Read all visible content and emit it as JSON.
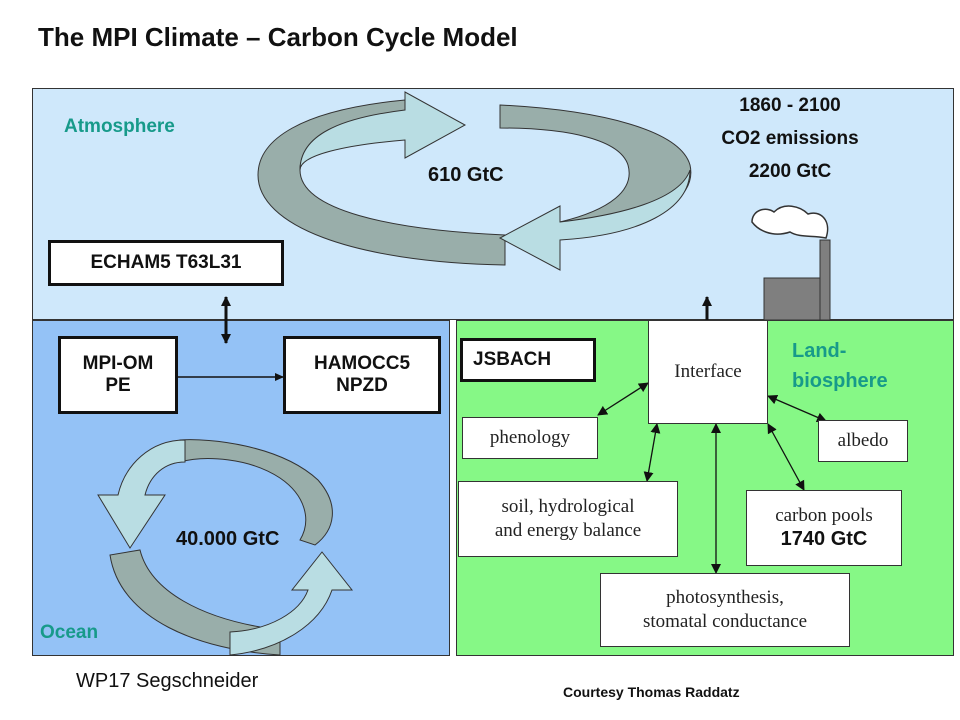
{
  "title": "The MPI Climate – Carbon Cycle Model",
  "atmosphere": {
    "label": "Atmosphere",
    "carbon": "610 GtC",
    "model_box": "ECHAM5 T63L31",
    "emissions": {
      "line1": "1860 - 2100",
      "line2": "CO2 emissions",
      "line3": "2200 GtC"
    }
  },
  "ocean": {
    "label": "Ocean",
    "carbon": "40.000 GtC",
    "box_mpiom": {
      "line1": "MPI-OM",
      "line2": "PE"
    },
    "box_hamocc": {
      "line1": "HAMOCC5",
      "line2": "NPZD"
    }
  },
  "land": {
    "label_line1": "Land-",
    "label_line2": "biosphere",
    "jsbach": "JSBACH",
    "interface": "Interface",
    "phenology": "phenology",
    "albedo": "albedo",
    "soil": {
      "line1": "soil, hydrological",
      "line2": "and energy balance"
    },
    "carbon_pools": {
      "line1": "carbon pools",
      "line2": "1740 GtC"
    },
    "photosynthesis": {
      "line1": "photosynthesis,",
      "line2": "stomatal conductance"
    }
  },
  "footer": {
    "left": "WP17 Segschneider",
    "right": "Courtesy Thomas Raddatz"
  },
  "colors": {
    "atmosphere_bg": "#cfe8fb",
    "ocean_bg": "#94c2f6",
    "land_bg": "#86f886",
    "label_teal": "#179a8a",
    "arrow_fill": "#b9dde3",
    "arrow_dark": "#99aeaa"
  }
}
